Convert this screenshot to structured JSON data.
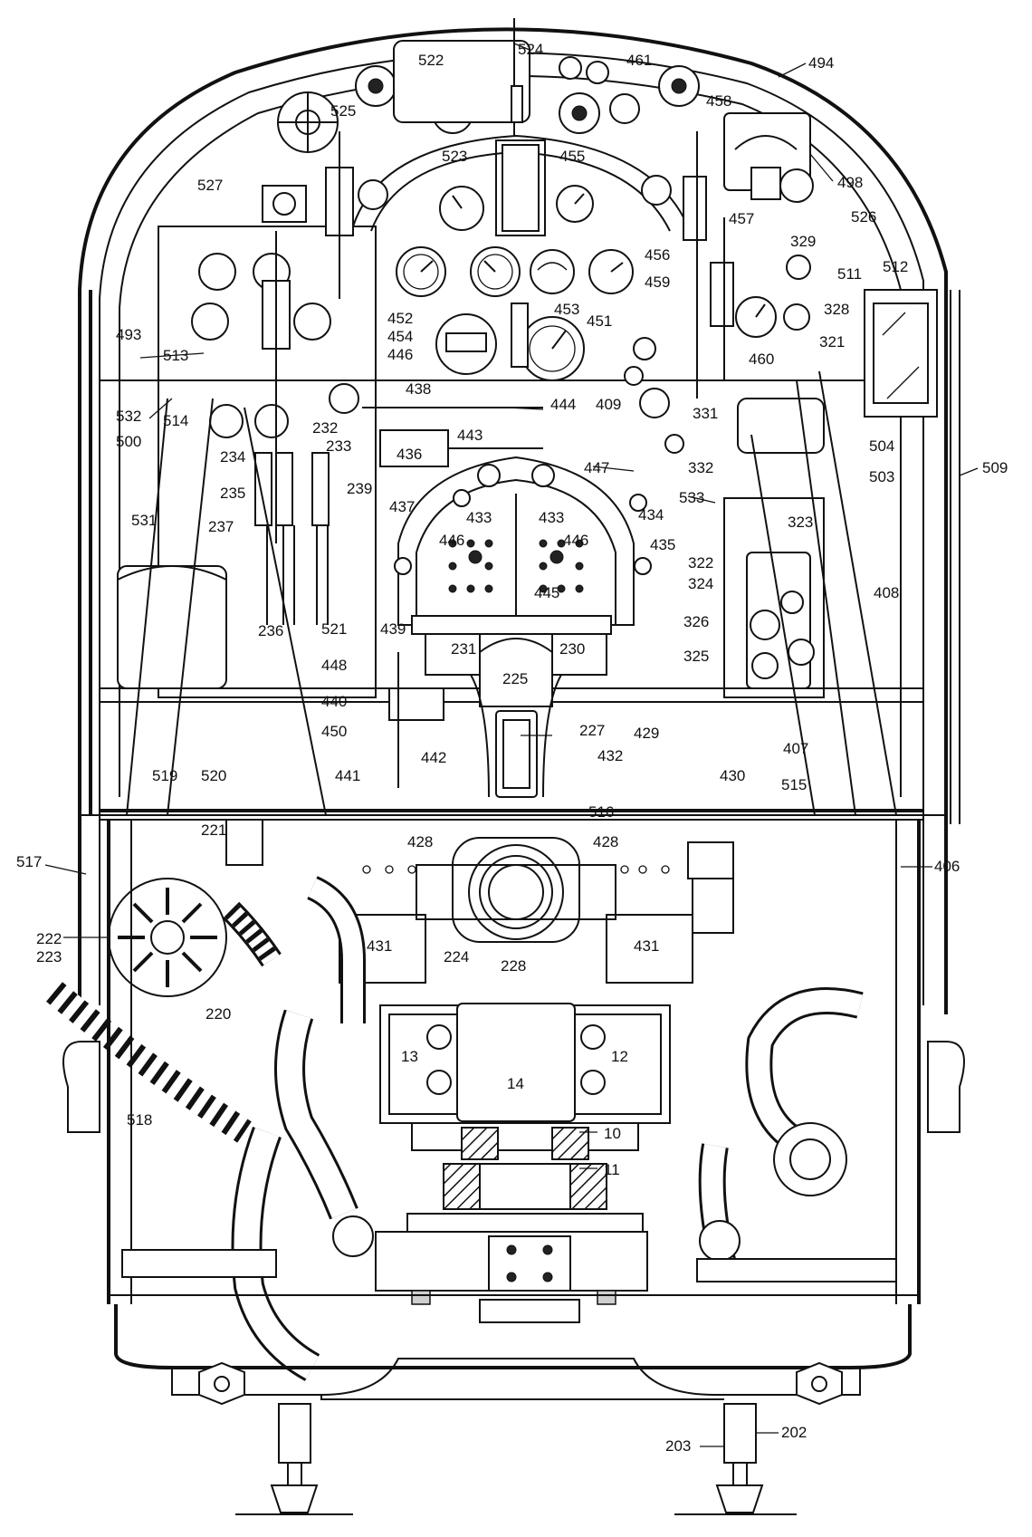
{
  "figure": {
    "reference_numerals": [
      "524",
      "522",
      "461",
      "494",
      "525",
      "458",
      "523",
      "455",
      "498",
      "527",
      "457",
      "526",
      "329",
      "511",
      "512",
      "328",
      "493",
      "513",
      "452",
      "454",
      "446",
      "453",
      "451",
      "321",
      "460",
      "459",
      "456",
      "532",
      "514",
      "438",
      "444",
      "409",
      "331",
      "500",
      "232",
      "233",
      "443",
      "436",
      "447",
      "504",
      "234",
      "235",
      "239",
      "437",
      "503",
      "509",
      "533",
      "433",
      "433",
      "446",
      "446",
      "434",
      "332",
      "531",
      "237",
      "435",
      "323",
      "322",
      "324",
      "445",
      "408",
      "236",
      "521",
      "439",
      "231",
      "230",
      "326",
      "325",
      "448",
      "225",
      "440",
      "450",
      "227",
      "442",
      "429",
      "407",
      "519",
      "520",
      "441",
      "432",
      "430",
      "515",
      "221",
      "516",
      "428",
      "428",
      "517",
      "406",
      "222",
      "431",
      "431",
      "223",
      "224",
      "228",
      "220",
      "13",
      "12",
      "14",
      "518",
      "10",
      "11",
      "203",
      "202"
    ]
  }
}
